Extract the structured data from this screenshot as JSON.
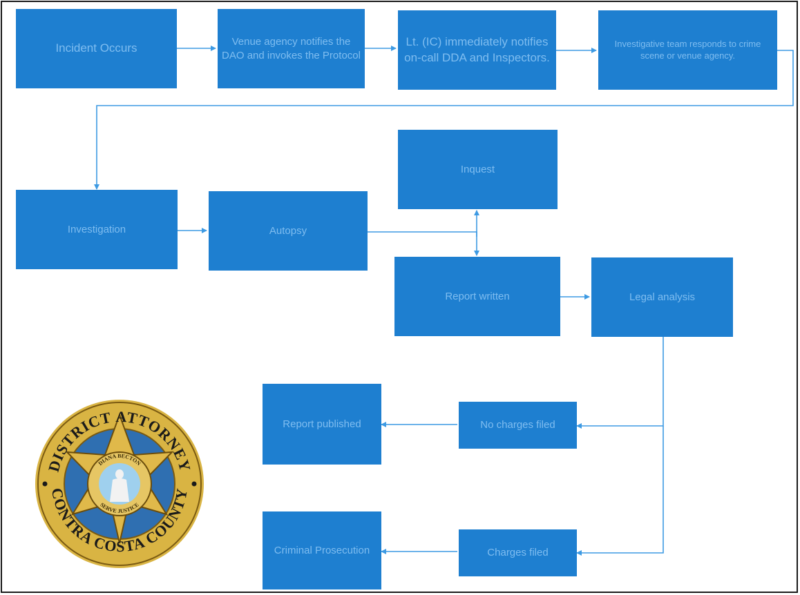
{
  "colors": {
    "box_fill": "#1e7fd0",
    "box_text": "#7fbdf0",
    "connector": "#3d9ae3",
    "seal_gold": "#d9b443",
    "seal_blue": "#2f6fb1"
  },
  "boxes": {
    "incident": "Incident Occurs",
    "venue": "Venue agency notifies the DAO and invokes the Protocol",
    "lt": "Lt. (IC) immediately notifies on-call DDA and Inspectors.",
    "team": "Investigative team responds to crime scene or venue agency.",
    "investigation": "Investigation",
    "autopsy": "Autopsy",
    "inquest": "Inquest",
    "report_written": "Report written",
    "legal": "Legal analysis",
    "no_charges": "No charges filed",
    "report_published": "Report published",
    "charges": "Charges filed",
    "criminal": "Criminal Prosecution"
  },
  "seal": {
    "top_text": "DISTRICT ATTORNEY",
    "bottom_text": "CONTRA COSTA COUNTY",
    "inner_top": "DIANA BECTON",
    "inner_bottom": "SERVE JUSTICE",
    "figure": "lady-justice-icon"
  }
}
